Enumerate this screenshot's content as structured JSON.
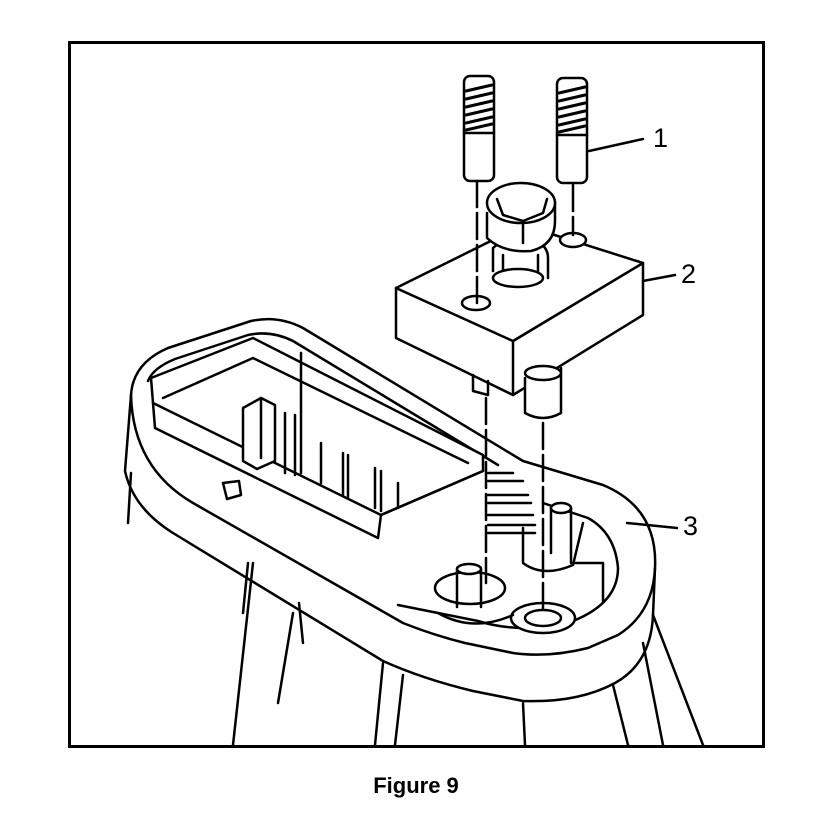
{
  "figure": {
    "caption": "Figure 9",
    "callouts": [
      {
        "label": "1"
      },
      {
        "label": "2"
      },
      {
        "label": "3"
      }
    ],
    "colors": {
      "ink": "#000000",
      "paper": "#ffffff",
      "shade": "#c8c8c8"
    }
  }
}
